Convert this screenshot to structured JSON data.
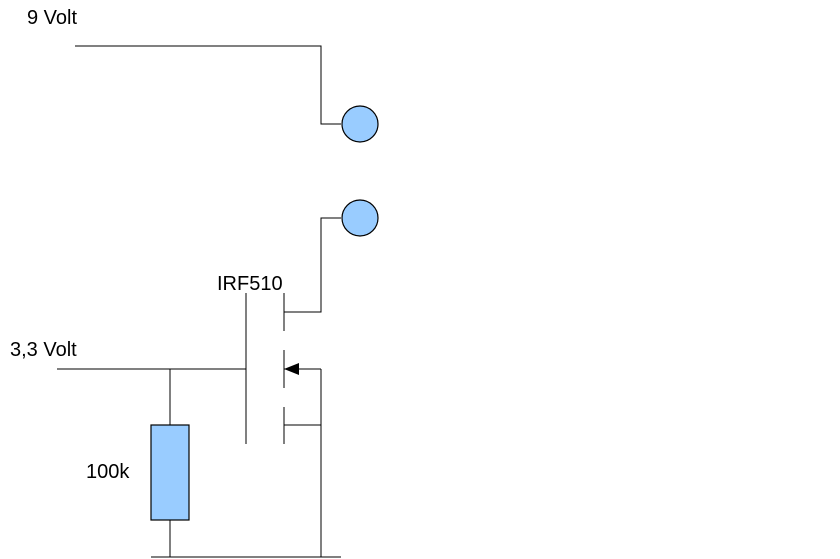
{
  "labels": {
    "supply_high": "9 Volt",
    "supply_low": "3,3 Volt",
    "transistor": "IRF510",
    "resistor": "100k"
  },
  "icons": {
    "terminal": "terminal-icon",
    "resistor": "resistor-icon",
    "transistor": "mosfet-icon",
    "arrow": "arrow-left-icon"
  },
  "colors": {
    "terminal_fill": "#99ccff",
    "resistor_fill": "#99ccff",
    "wire": "#000000"
  }
}
